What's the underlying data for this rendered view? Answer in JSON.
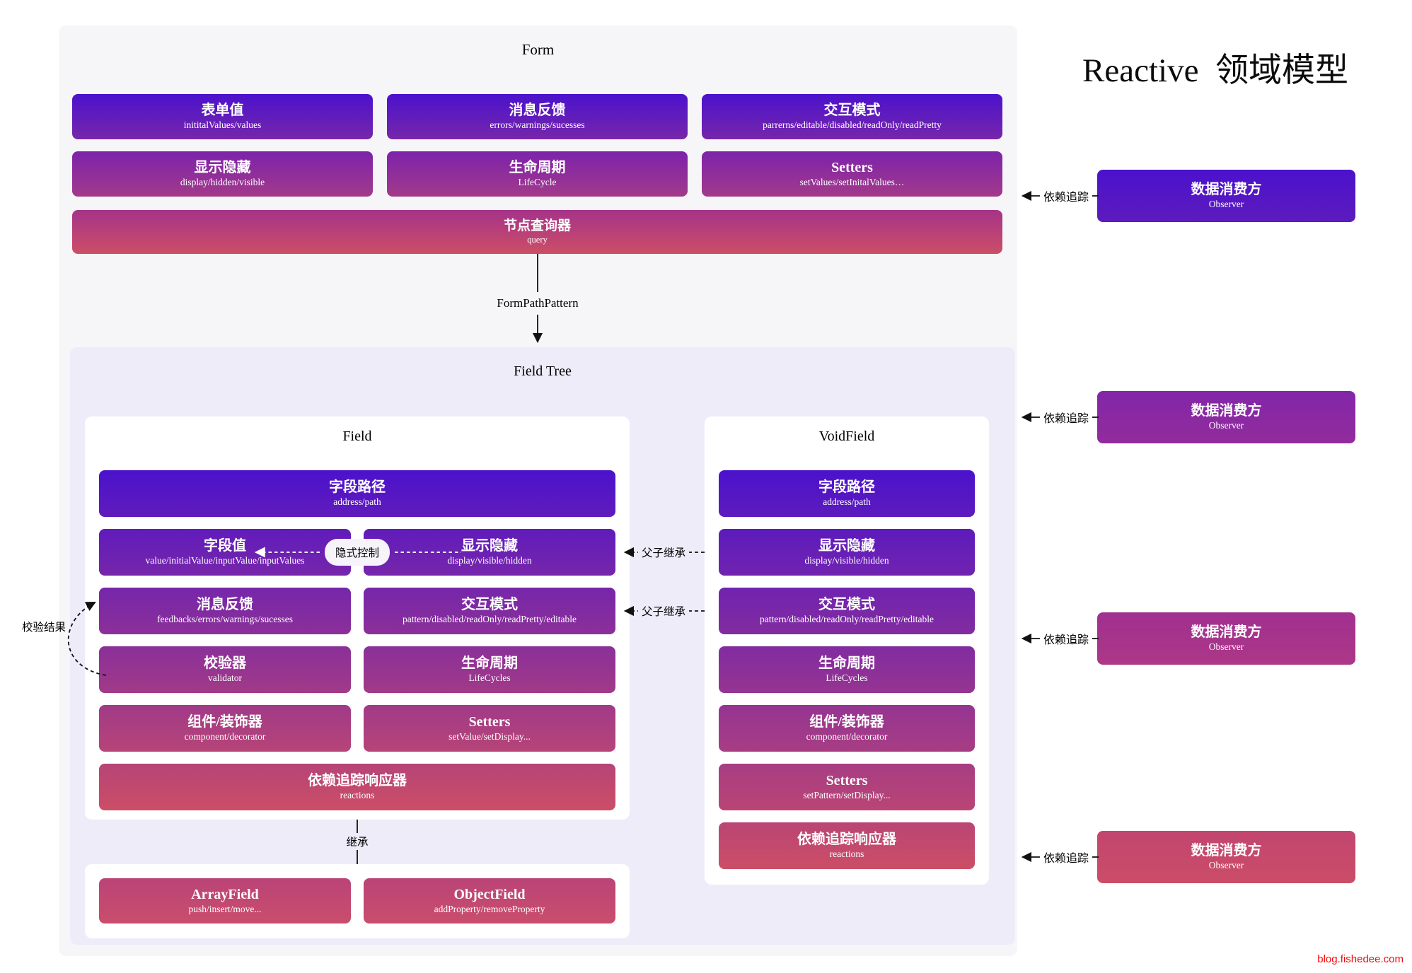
{
  "page": {
    "title": "Reactive  领域模型",
    "watermark": "blog.fishedee.com"
  },
  "palette": {
    "gradient_top": "#4b12cc",
    "gradient_bottom": "#cc4e66",
    "form_panel_bg": "#f6f6f8",
    "field_tree_bg": "#efecfa",
    "watermark_red": "#f40b0b"
  },
  "form": {
    "label": "Form",
    "values": {
      "title": "表单值",
      "subtitle": "inititalValues/values"
    },
    "feedback": {
      "title": "消息反馈",
      "subtitle": "errors/warnings/sucesses"
    },
    "pattern": {
      "title": "交互模式",
      "subtitle": "parrerns/editable/disabled/readOnly/readPretty"
    },
    "display": {
      "title": "显示隐藏",
      "subtitle": "display/hidden/visible"
    },
    "lifecycle": {
      "title": "生命周期",
      "subtitle": "LifeCycle"
    },
    "setters": {
      "title": "Setters",
      "subtitle": "setValues/setInitalValues…"
    },
    "query": {
      "title": "节点查询器",
      "subtitle": "query"
    }
  },
  "connectors": {
    "form_path_pattern": "FormPathPattern",
    "implicit_control": "隐式控制",
    "parent_child_1": "父子继承",
    "parent_child_2": "父子继承",
    "validate_result": "校验结果",
    "inherit": "继承",
    "dependency_track": "依赖追踪"
  },
  "field_tree": {
    "label": "Field Tree",
    "field": {
      "label": "Field",
      "path": {
        "title": "字段路径",
        "subtitle": "address/path"
      },
      "value": {
        "title": "字段值",
        "subtitle": "value/initialValue/inputValue/inputValues"
      },
      "display": {
        "title": "显示隐藏",
        "subtitle": "display/visible/hidden"
      },
      "feedback": {
        "title": "消息反馈",
        "subtitle": "feedbacks/errors/warnings/sucesses"
      },
      "pattern": {
        "title": "交互模式",
        "subtitle": "pattern/disabled/readOnly/readPretty/editable"
      },
      "validator": {
        "title": "校验器",
        "subtitle": "validator"
      },
      "lifecycle": {
        "title": "生命周期",
        "subtitle": "LifeCycles"
      },
      "component": {
        "title": "组件/装饰器",
        "subtitle": "component/decorator"
      },
      "setters": {
        "title": "Setters",
        "subtitle": "setValue/setDisplay..."
      },
      "reactions": {
        "title": "依赖追踪响应器",
        "subtitle": "reactions"
      }
    },
    "void_field": {
      "label": "VoidField",
      "path": {
        "title": "字段路径",
        "subtitle": "address/path"
      },
      "display": {
        "title": "显示隐藏",
        "subtitle": "display/visible/hidden"
      },
      "pattern": {
        "title": "交互模式",
        "subtitle": "pattern/disabled/readOnly/readPretty/editable"
      },
      "lifecycle": {
        "title": "生命周期",
        "subtitle": "LifeCycles"
      },
      "component": {
        "title": "组件/装饰器",
        "subtitle": "component/decorator"
      },
      "setters": {
        "title": "Setters",
        "subtitle": "setPattern/setDisplay..."
      },
      "reactions": {
        "title": "依赖追踪响应器",
        "subtitle": "reactions"
      }
    },
    "array_field": {
      "title": "ArrayField",
      "subtitle": "push/insert/move..."
    },
    "object_field": {
      "title": "ObjectField",
      "subtitle": "addProperty/removeProperty"
    }
  },
  "observers": [
    {
      "title": "数据消费方",
      "subtitle": "Observer"
    },
    {
      "title": "数据消费方",
      "subtitle": "Observer"
    },
    {
      "title": "数据消费方",
      "subtitle": "Observer"
    },
    {
      "title": "数据消费方",
      "subtitle": "Observer"
    }
  ]
}
